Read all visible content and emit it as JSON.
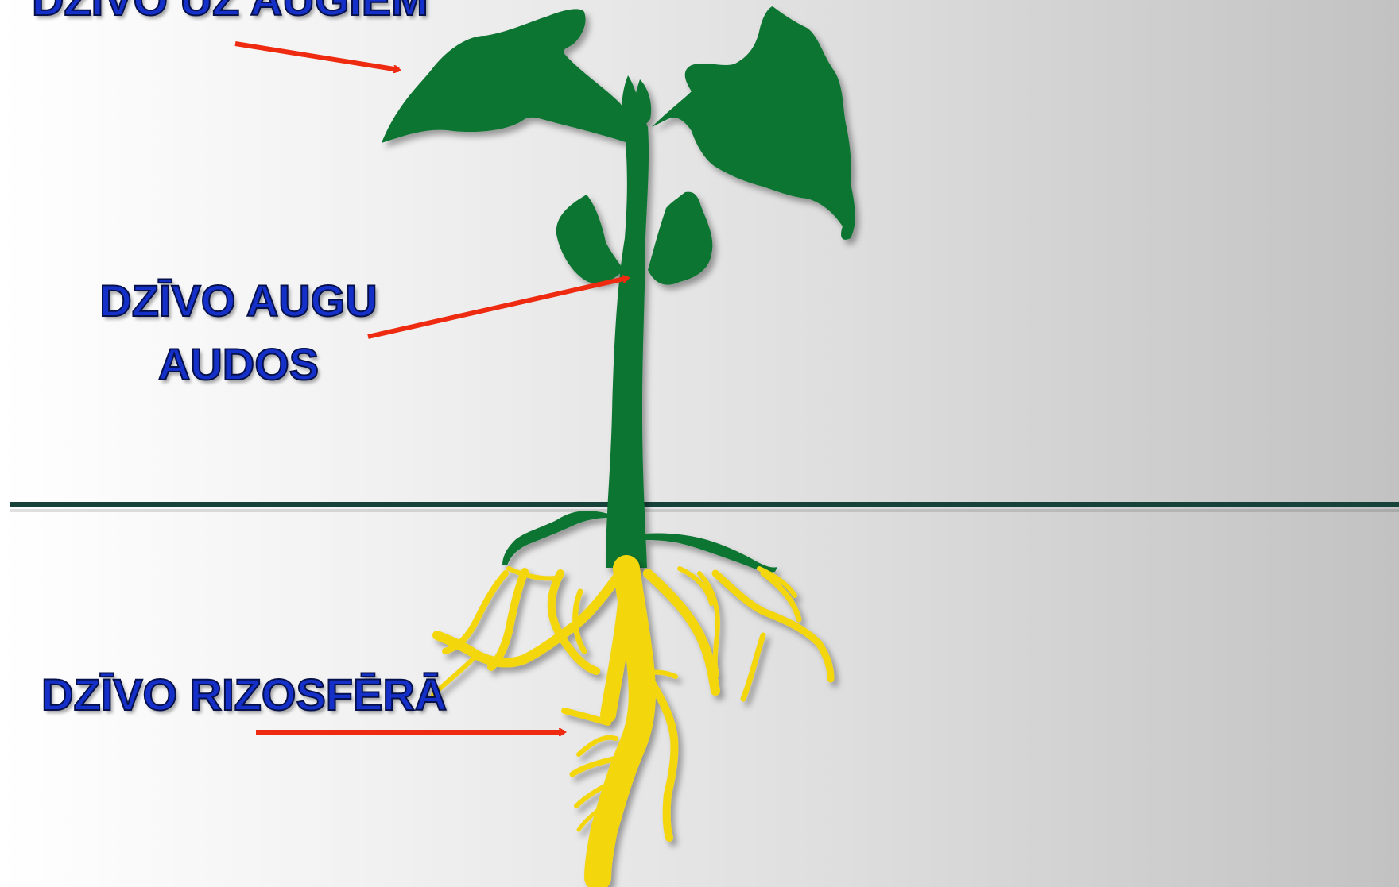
{
  "labels": {
    "on_plants": "DZĪVO UZ AUGIEM",
    "in_tissue_line1": "DZĪVO AUGU",
    "in_tissue_line2": "AUDOS",
    "rhizosphere": "DZĪVO RIZOSFĒRĀ"
  },
  "colors": {
    "label_text": "#1530c8",
    "arrow": "#ee2a10",
    "shoot": "#0b7430",
    "root": "#f4d60c",
    "ground_line": "#17423a"
  },
  "icons": {
    "plant": "plant-seedling-icon",
    "arrow": "arrow-right-icon"
  }
}
